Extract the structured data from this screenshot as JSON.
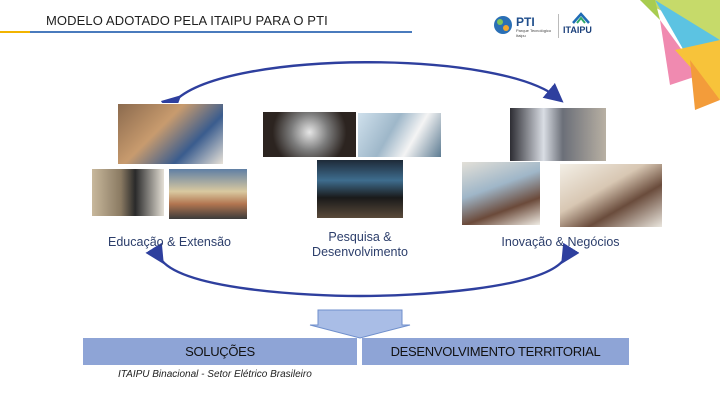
{
  "header": {
    "title": "MODELO ADOTADO PELA ITAIPU PARA O PTI",
    "logos": [
      {
        "name": "pti-logo",
        "text": "PTI",
        "subtitle": "Parque Tecnológico Itaipu"
      },
      {
        "name": "itaipu-logo",
        "text": "ITAIPU"
      }
    ]
  },
  "pillars": [
    {
      "id": "educacao",
      "label": "Educação & Extensão"
    },
    {
      "id": "pesquisa",
      "label_line1": "Pesquisa &",
      "label_line2": "Desenvolvimento"
    },
    {
      "id": "inovacao",
      "label": "Inovação & Negócios"
    }
  ],
  "bottom": {
    "left_bar": "SOLUÇÕES",
    "right_bar": "DESENVOLVIMENTO TERRITORIAL",
    "footnote": "ITAIPU Binacional - Setor Elétrico Brasileiro"
  },
  "colors": {
    "bar": "#8ea4d6",
    "arrow": "#2e3f9e",
    "funnel": "#a9bde6",
    "title_rule": "#4a7bbd"
  },
  "icons": [
    "cycle-arrows",
    "funnel-arrow"
  ]
}
